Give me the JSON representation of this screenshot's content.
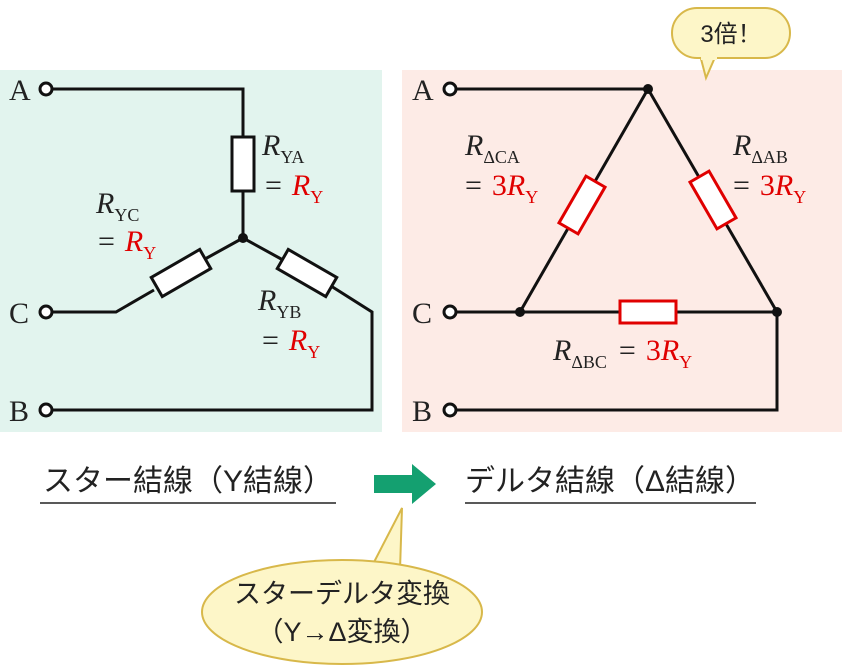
{
  "callout_top": "3倍！",
  "star": {
    "title": "スター結線（Y結線）",
    "terminals": {
      "a": "A",
      "b": "B",
      "c": "C"
    },
    "R": "R",
    "eq": "=",
    "res": {
      "ya": {
        "sub": "YA",
        "val_sub": "Y"
      },
      "yb": {
        "sub": "YB",
        "val_sub": "Y"
      },
      "yc": {
        "sub": "YC",
        "val_sub": "Y"
      }
    }
  },
  "delta": {
    "title": "デルタ結線（Δ結線）",
    "terminals": {
      "a": "A",
      "b": "B",
      "c": "C"
    },
    "R": "R",
    "eq": "=",
    "coef": "3",
    "res": {
      "ca": {
        "sub": "ΔCA",
        "val_sub": "Y"
      },
      "ab": {
        "sub": "ΔAB",
        "val_sub": "Y"
      },
      "bc": {
        "sub": "ΔBC",
        "val_sub": "Y"
      }
    }
  },
  "callout_bottom": {
    "line1": "スターデルタ変換",
    "line2": "（Y→Δ変換）"
  },
  "colors": {
    "star_bg": "#e2f4ee",
    "delta_bg": "#fdebe6",
    "callout_bg": "#fdf6c8",
    "callout_border": "#d8b84a",
    "arrow": "#14a070",
    "red": "#e00000"
  }
}
